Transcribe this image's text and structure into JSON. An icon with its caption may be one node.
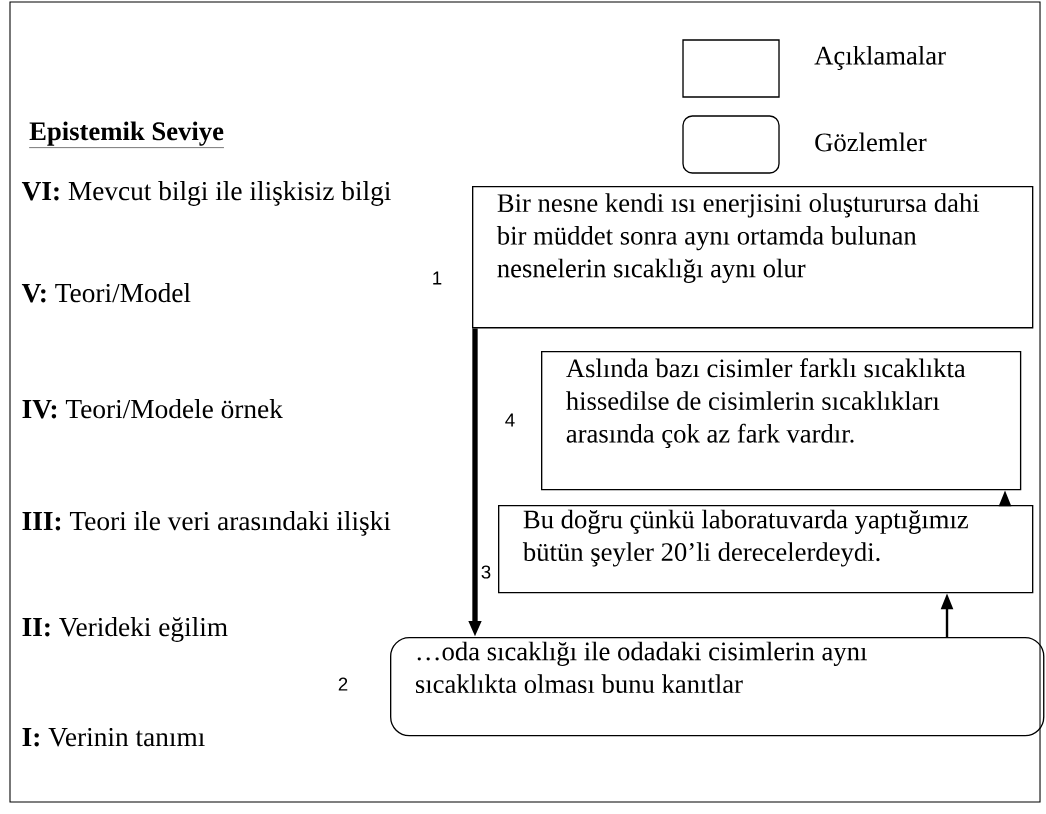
{
  "diagram": {
    "nodes": [
      {
        "text": [
          "Bir nesne kendi ısı enerjisini oluşturursa dahi bir müddet sonra aynı ortamda bulunan nesnelerin sıcaklığı aynı olur"
        ],
        "beside": [
          "1"
        ]
      },
      {
        "text": [
          "Aslında bazı cisimler farklı sıcaklıkta hissedilse de cisimlerin sıcaklıkları arasında çok az fark vardır."
        ],
        "beside": [
          "4"
        ]
      },
      {
        "text": [
          "Bu doğru çünkü laboratuvarda yaptığımız bütün şeyler 20’li derecelerdeydi."
        ],
        "beside": [
          "3"
        ]
      },
      {
        "text": [
          "…oda sıcaklığı ile odadaki cisimlerin aynı sıcaklıkta olması bunu kanıtlar"
        ],
        "beside": [
          "2"
        ]
      }
    ],
    "edges": [
      {
        "from": 0,
        "to": 3,
        "arrow": "to",
        "style": "thick"
      },
      {
        "from": 3,
        "to": 2,
        "arrow": "to"
      },
      {
        "from": 2,
        "to": 1,
        "arrow": "to"
      }
    ],
    "labels": [
      "Epistemik Seviye",
      "**VI:** Mevcut bilgi ile ilişkisiz bilgi",
      "**V:** Teori/Model",
      "**IV:** Teori/Modele örnek",
      "**III:** Teori ile veri arasındaki ilişki",
      "**II:** Verideki eğilim",
      "**I:** Verinin tanımı"
    ],
    "legend": [
      {
        "text": "Açıklamalar"
      },
      {
        "text": "Gözlemler"
      }
    ]
  }
}
